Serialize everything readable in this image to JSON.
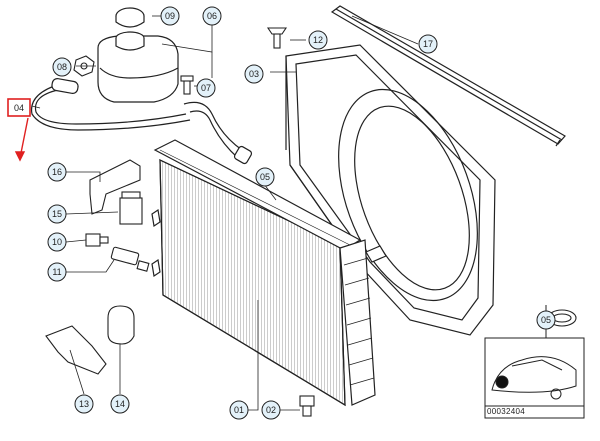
{
  "diagram": {
    "code": "00032404",
    "highlight_color": "#e02020",
    "callout_circle_color": "#e3f1f9",
    "line_color": "#222222"
  },
  "callouts": [
    {
      "id": "c01",
      "label": "01"
    },
    {
      "id": "c02",
      "label": "02"
    },
    {
      "id": "c03",
      "label": "03"
    },
    {
      "id": "c04",
      "label": "04"
    },
    {
      "id": "c05",
      "label": "05"
    },
    {
      "id": "c05b",
      "label": "05"
    },
    {
      "id": "c06",
      "label": "06"
    },
    {
      "id": "c07",
      "label": "07"
    },
    {
      "id": "c08",
      "label": "08"
    },
    {
      "id": "c09",
      "label": "09"
    },
    {
      "id": "c10",
      "label": "10"
    },
    {
      "id": "c11",
      "label": "11"
    },
    {
      "id": "c12",
      "label": "12"
    },
    {
      "id": "c13",
      "label": "13"
    },
    {
      "id": "c14",
      "label": "14"
    },
    {
      "id": "c15",
      "label": "15"
    },
    {
      "id": "c16",
      "label": "16"
    },
    {
      "id": "c17",
      "label": "17"
    }
  ]
}
